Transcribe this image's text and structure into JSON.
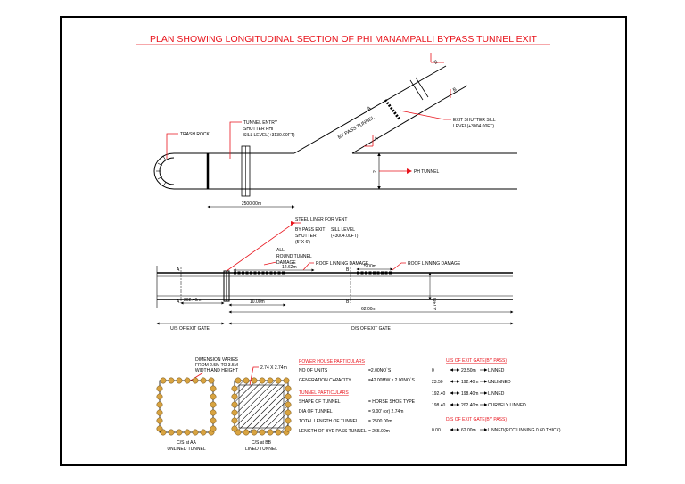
{
  "title": "PLAN SHOWING LONGITUDINAL SECTION OF PHI MANAMPALLI BYPASS TUNNEL EXIT",
  "colors": {
    "title": "#e8141c",
    "line": "#000000",
    "leader": "#e8141c",
    "section_orange": "#d9a441"
  },
  "plan": {
    "trash_rock": "TRASH ROCK",
    "tunnel_entry": [
      "TUNNEL ENTRY",
      "SHUTTER PHI",
      "SILL LEVEL(+3130.00FT)"
    ],
    "bypass_tunnel": "BY PASS TUNNEL",
    "exit_shutter": [
      "EXIT SHUTTER SILL",
      "LEVEL(+3004.00FT)"
    ],
    "ph_tunnel": "PH TUNNEL",
    "dim_2500": "2500.00m",
    "mark_b": "B",
    "mark_a": "A",
    "dim_2": "2"
  },
  "section": {
    "steel_liner": "STEEL LINER FOR VENT",
    "bypass_exit_shutter": [
      "BY PASS EXIT",
      "SHUTTER",
      "(5' X 6')"
    ],
    "sill_level": [
      "SILL LEVEL",
      "(+3004.00FT)"
    ],
    "all_round": [
      "ALL",
      "ROUND TUNNEL",
      "DAMAGE"
    ],
    "dim_1262": "12.62m",
    "roof_damage_1": "ROOF LINNING DAMAGE",
    "dim_500": "5.00m",
    "roof_damage_2": "ROOF LINNING DAMAGE",
    "mark_a": "A",
    "mark_b": "B",
    "dim_20240": "202.40m",
    "dim_1000": "10.00m",
    "dim_6200": "62.00m",
    "dim_274": "2.74m",
    "us_gate": "U/S OF EXIT GATE",
    "ds_gate": "D/S OF EXIT GATE"
  },
  "cross_sections": {
    "dimension_note": [
      "DIMENSION VARIES",
      "FROM 2.5M TO 3.5M",
      "WIDTH AND HEIGHT"
    ],
    "size_274": "2.74 X 2.74m",
    "aa_label": [
      "C/S at AA",
      "UNLINED TUNNEL"
    ],
    "bb_label": [
      "C/S at BB",
      "LINED TUNNEL"
    ]
  },
  "power_house": {
    "heading": "POWER HOUSE PARTICULARS",
    "rows": [
      {
        "label": "NO OF UNITS",
        "value": "=2.00NO`S"
      },
      {
        "label": "GENERATION CAPACITY",
        "value": "=42.00MW x 2.00NO`S"
      }
    ]
  },
  "tunnel": {
    "heading": "TUNNEL PARTICULARS",
    "rows": [
      {
        "label": "SHAPE OF TUNNEL",
        "value": "= HORSE SHOE TYPE"
      },
      {
        "label": "DIA OF TUNNEL",
        "value": "= 9.00' (or) 2.74m"
      },
      {
        "label": "TOTAL LENGTH OF TUNNEL",
        "value": "= 2500.00m"
      },
      {
        "label": "LENGTH OF BYE PASS TUNNEL",
        "value": "= 265.00m"
      }
    ]
  },
  "us_exit": {
    "heading": "U/S OF EXIT GATE(BY PASS)",
    "rows": [
      {
        "from": "0",
        "to": "23.50m",
        "desc": "LINNED"
      },
      {
        "from": "23.50",
        "to": "192.40m",
        "desc": "UNLINNED"
      },
      {
        "from": "192.40",
        "to": "198.40m",
        "desc": "LINNED"
      },
      {
        "from": "198.40",
        "to": "202.40m",
        "desc": "CURVELY LINNED"
      }
    ]
  },
  "ds_exit": {
    "heading": "D/S OF EXIT GATE(BY PASS)",
    "rows": [
      {
        "from": "0.00",
        "to": "62.00m",
        "desc": "LINNED(RCC LINNING 0.60 THICK)"
      }
    ]
  }
}
